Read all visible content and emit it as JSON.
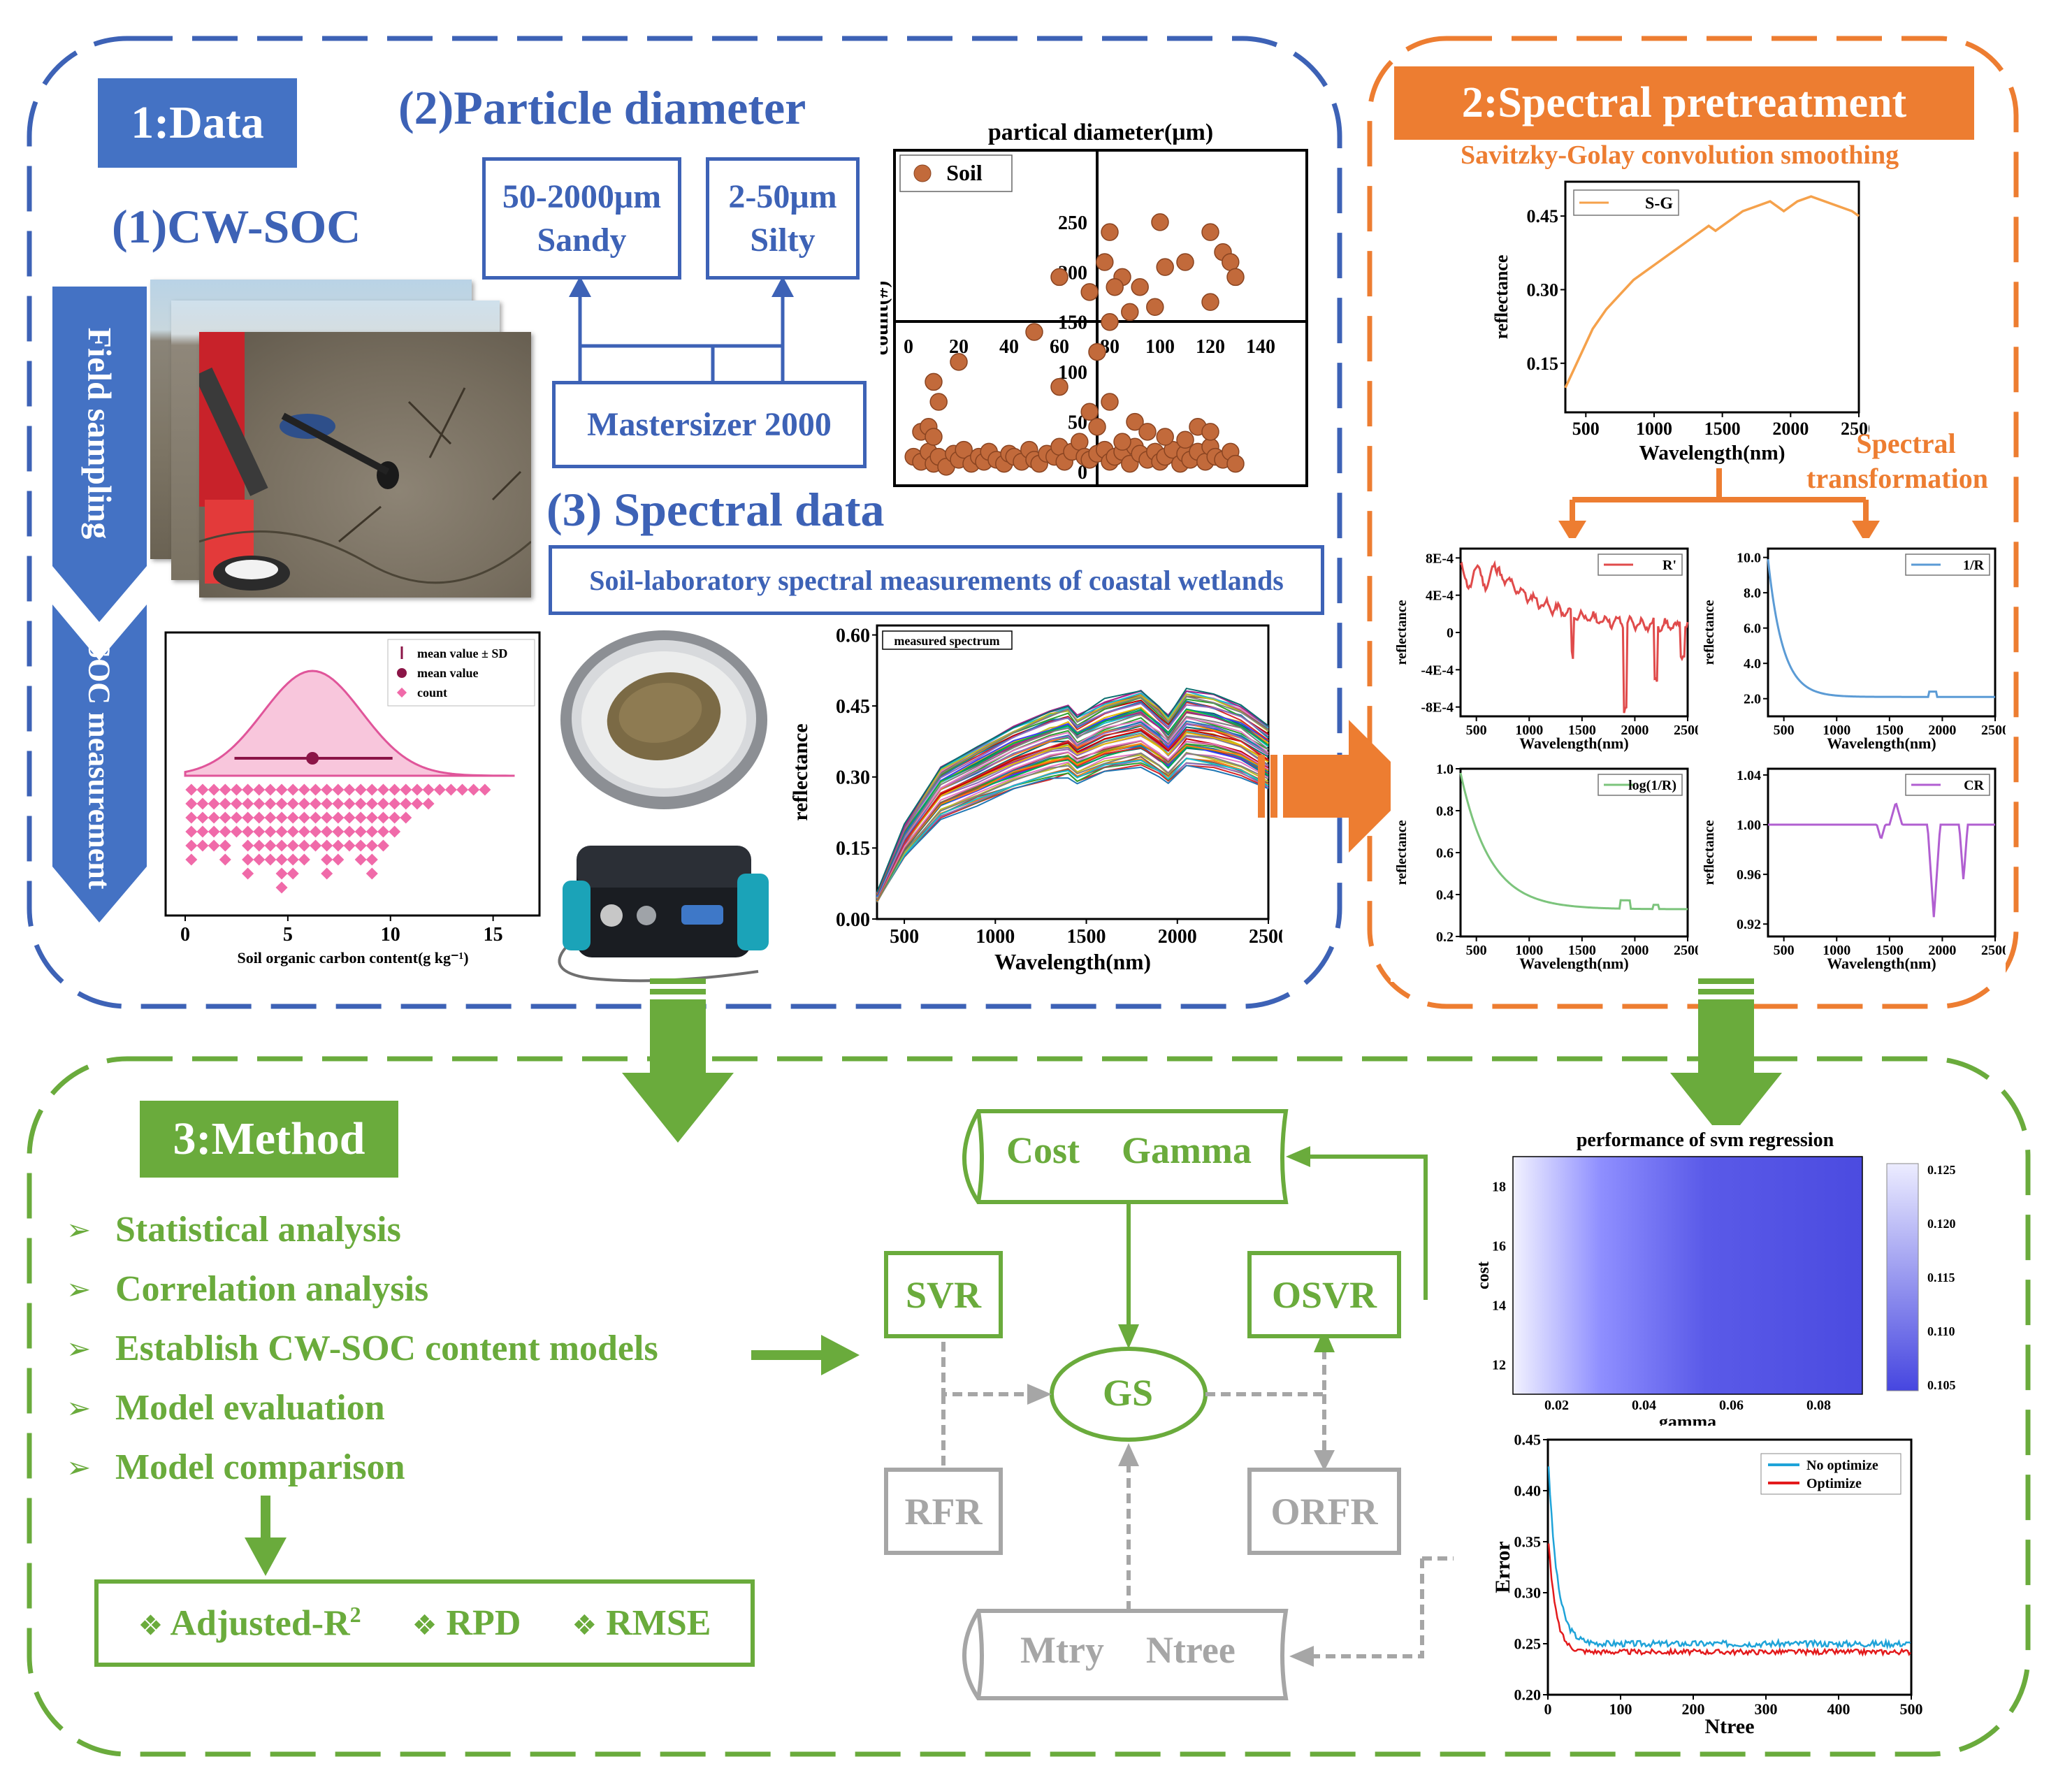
{
  "sections": {
    "data": {
      "title": "1:Data",
      "cw_soc": "(1)CW-SOC",
      "field_sampling": "Field sampling",
      "soc_measurement": "SOC measurement",
      "particle": {
        "title": "(2)Particle diameter",
        "sandy_range": "50-2000μm",
        "sandy": "Sandy",
        "silty_range": "2-50μm",
        "silty": "Silty",
        "instrument": "Mastersizer 2000"
      },
      "spectral": {
        "title": "(3) Spectral data",
        "desc": "Soil-laboratory spectral measurements of coastal wetlands"
      }
    },
    "pretreatment": {
      "title": "2:Spectral pretreatment",
      "sg_label": "Savitzky-Golay convolution smoothing",
      "transform_line1": "Spectral",
      "transform_line2": "transformation"
    },
    "method": {
      "title": "3:Method",
      "items": [
        "Statistical analysis",
        "Correlation analysis",
        "Establish CW-SOC content models",
        "Model evaluation",
        "Model comparison"
      ],
      "metrics": {
        "adj": "Adjusted-R",
        "adj_sup": "2",
        "rpd": "RPD",
        "rmse": "RMSE"
      },
      "flow": {
        "cost_gamma_1": "Cost",
        "cost_gamma_2": "Gamma",
        "svr": "SVR",
        "osvr": "OSVR",
        "gs": "GS",
        "rfr": "RFR",
        "orfr": "ORFR",
        "mtry_1": "Mtry",
        "mtry_2": "Ntree"
      }
    }
  },
  "colors": {
    "blue": "#3d62b6",
    "orange": "#ed7d31",
    "green": "#6aab3c",
    "gray": "#a6a6a6"
  },
  "chart_data": [
    {
      "id": "particle",
      "type": "scatter",
      "title": "partical diameter(μm)",
      "ylabel": "count(#)",
      "legend": "Soil",
      "xticks": [
        "0",
        "20",
        "40",
        "60",
        "80",
        "100",
        "120",
        "140"
      ],
      "yticks": [
        "0",
        "50",
        "100",
        "150",
        "200",
        "250"
      ],
      "xlim": [
        0,
        150
      ],
      "ylim": [
        0,
        280
      ],
      "points": [
        [
          2,
          15
        ],
        [
          5,
          10
        ],
        [
          8,
          20
        ],
        [
          10,
          8
        ],
        [
          12,
          15
        ],
        [
          15,
          5
        ],
        [
          18,
          18
        ],
        [
          20,
          12
        ],
        [
          22,
          22
        ],
        [
          25,
          8
        ],
        [
          28,
          15
        ],
        [
          30,
          10
        ],
        [
          32,
          20
        ],
        [
          35,
          12
        ],
        [
          38,
          8
        ],
        [
          40,
          18
        ],
        [
          42,
          15
        ],
        [
          45,
          10
        ],
        [
          48,
          22
        ],
        [
          50,
          12
        ],
        [
          52,
          8
        ],
        [
          55,
          18
        ],
        [
          58,
          15
        ],
        [
          60,
          25
        ],
        [
          62,
          10
        ],
        [
          65,
          20
        ],
        [
          68,
          30
        ],
        [
          70,
          15
        ],
        [
          72,
          12
        ],
        [
          75,
          18
        ],
        [
          78,
          22
        ],
        [
          80,
          10
        ],
        [
          82,
          15
        ],
        [
          85,
          20
        ],
        [
          88,
          8
        ],
        [
          90,
          25
        ],
        [
          92,
          18
        ],
        [
          95,
          12
        ],
        [
          98,
          20
        ],
        [
          100,
          10
        ],
        [
          102,
          15
        ],
        [
          105,
          22
        ],
        [
          108,
          8
        ],
        [
          110,
          18
        ],
        [
          112,
          12
        ],
        [
          115,
          20
        ],
        [
          118,
          10
        ],
        [
          120,
          25
        ],
        [
          122,
          15
        ],
        [
          125,
          12
        ],
        [
          128,
          20
        ],
        [
          130,
          8
        ],
        [
          5,
          40
        ],
        [
          8,
          45
        ],
        [
          10,
          35
        ],
        [
          12,
          70
        ],
        [
          10,
          90
        ],
        [
          60,
          85
        ],
        [
          72,
          60
        ],
        [
          75,
          45
        ],
        [
          80,
          70
        ],
        [
          85,
          30
        ],
        [
          90,
          50
        ],
        [
          95,
          40
        ],
        [
          102,
          35
        ],
        [
          110,
          32
        ],
        [
          115,
          45
        ],
        [
          120,
          40
        ],
        [
          20,
          110
        ],
        [
          75,
          120
        ],
        [
          80,
          150
        ],
        [
          72,
          180
        ],
        [
          78,
          210
        ],
        [
          85,
          195
        ],
        [
          80,
          240
        ],
        [
          82,
          185
        ],
        [
          100,
          250
        ],
        [
          102,
          205
        ],
        [
          110,
          210
        ],
        [
          120,
          240
        ],
        [
          125,
          220
        ],
        [
          128,
          210
        ],
        [
          130,
          195
        ],
        [
          120,
          170
        ],
        [
          98,
          165
        ],
        [
          92,
          185
        ],
        [
          88,
          160
        ],
        [
          60,
          195
        ],
        [
          50,
          140
        ]
      ]
    },
    {
      "id": "soc",
      "type": "histogram",
      "xlabel": "Soil organic carbon content(g kg⁻¹)",
      "xticks": [
        "0",
        "5",
        "10",
        "15"
      ],
      "xlim": [
        0,
        16
      ],
      "legend": [
        "mean value ± SD",
        "mean value",
        "count"
      ],
      "mean": 6.2,
      "sd_low": 2.4,
      "sd_high": 10.1,
      "bin_counts": [
        6,
        5,
        5,
        6,
        4,
        7,
        6,
        6,
        8,
        7,
        6,
        5,
        7,
        6,
        5,
        6,
        7,
        5,
        4,
        3,
        2,
        2,
        1,
        1,
        1,
        1,
        1
      ]
    },
    {
      "id": "measured",
      "type": "line",
      "legend": "measured spectrum",
      "xlabel": "Wavelength(nm)",
      "ylabel": "reflectance",
      "xticks": [
        "500",
        "1000",
        "1500",
        "2000",
        "2500"
      ],
      "yticks": [
        "0.00",
        "0.15",
        "0.30",
        "0.45",
        "0.60"
      ],
      "xlim": [
        350,
        2500
      ],
      "ylim": [
        0,
        0.62
      ]
    },
    {
      "id": "sg",
      "type": "line",
      "legend": "S-G",
      "xlabel": "Wavelength(nm)",
      "ylabel": "reflectance",
      "xticks": [
        "500",
        "1000",
        "1500",
        "2000",
        "2500"
      ],
      "yticks": [
        "0.15",
        "0.30",
        "0.45"
      ],
      "xlim": [
        350,
        2500
      ],
      "ylim": [
        0.05,
        0.52
      ],
      "x": [
        350,
        450,
        550,
        650,
        750,
        850,
        1000,
        1150,
        1300,
        1400,
        1450,
        1550,
        1650,
        1750,
        1850,
        1900,
        1950,
        2050,
        2150,
        2250,
        2350,
        2450,
        2500
      ],
      "y": [
        0.1,
        0.16,
        0.22,
        0.26,
        0.29,
        0.32,
        0.35,
        0.38,
        0.41,
        0.43,
        0.42,
        0.44,
        0.46,
        0.47,
        0.48,
        0.47,
        0.46,
        0.48,
        0.49,
        0.48,
        0.47,
        0.46,
        0.45
      ]
    },
    {
      "id": "deriv",
      "type": "line",
      "legend": "R'",
      "xlabel": "Wavelength(nm)",
      "ylabel": "reflectance",
      "xticks": [
        "500",
        "1000",
        "1500",
        "2000",
        "2500"
      ],
      "yticks": [
        "8E-4",
        "4E-4",
        "0",
        "-4E-4",
        "-8E-4"
      ],
      "xlim": [
        350,
        2500
      ],
      "ylim": [
        -0.0009,
        0.0009
      ]
    },
    {
      "id": "inv",
      "type": "line",
      "legend": "1/R",
      "xlabel": "Wavelength(nm)",
      "ylabel": "reflectance",
      "xticks": [
        "500",
        "1000",
        "1500",
        "2000",
        "2500"
      ],
      "yticks": [
        "2.0",
        "4.0",
        "6.0",
        "8.0",
        "10.0"
      ],
      "xlim": [
        350,
        2500
      ],
      "ylim": [
        1.0,
        10.5
      ]
    },
    {
      "id": "log",
      "type": "line",
      "legend": "log(1/R)",
      "xlabel": "Wavelength(nm)",
      "ylabel": "reflectance",
      "xticks": [
        "500",
        "1000",
        "1500",
        "2000",
        "2500"
      ],
      "yticks": [
        "0.2",
        "0.4",
        "0.6",
        "0.8",
        "1.0"
      ],
      "xlim": [
        350,
        2500
      ],
      "ylim": [
        0.2,
        1.0
      ]
    },
    {
      "id": "cr",
      "type": "line",
      "legend": "CR",
      "xlabel": "Wavelength(nm)",
      "ylabel": "reflectance",
      "xticks": [
        "500",
        "1000",
        "1500",
        "2000",
        "2500"
      ],
      "yticks": [
        "0.92",
        "0.96",
        "1.00",
        "1.04"
      ],
      "xlim": [
        350,
        2500
      ],
      "ylim": [
        0.91,
        1.045
      ]
    },
    {
      "id": "svm",
      "type": "heatmap",
      "title": "performance of svm regression",
      "xlabel": "gamma",
      "ylabel": "cost",
      "xticks": [
        "0.02",
        "0.04",
        "0.06",
        "0.08"
      ],
      "yticks": [
        "12",
        "14",
        "16",
        "18"
      ],
      "colorbar": [
        "0.125",
        "0.120",
        "0.115",
        "0.110",
        "0.105"
      ],
      "xlim": [
        0.01,
        0.09
      ],
      "ylim": [
        11,
        19
      ]
    },
    {
      "id": "ntree",
      "type": "line",
      "xlabel": "Ntree",
      "ylabel": "Error",
      "xticks": [
        "0",
        "100",
        "200",
        "300",
        "400",
        "500"
      ],
      "yticks": [
        "0.20",
        "0.25",
        "0.30",
        "0.35",
        "0.40",
        "0.45"
      ],
      "xlim": [
        0,
        500
      ],
      "ylim": [
        0.2,
        0.45
      ],
      "series": [
        {
          "name": "No optimize",
          "color": "#1fa3d8"
        },
        {
          "name": "Optimize",
          "color": "#e31a1c"
        }
      ]
    }
  ]
}
